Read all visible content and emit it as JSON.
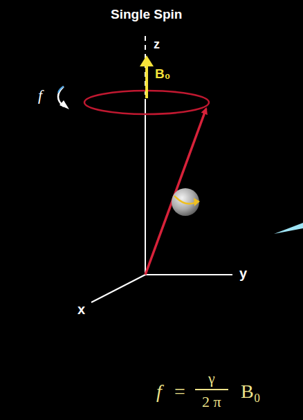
{
  "diagram": {
    "title": "Single Spin",
    "labels": [
      "z",
      "B₀",
      "f",
      "y",
      "x",
      "f",
      "=",
      "γ",
      "2 π",
      "B₀"
    ]
  }
}
